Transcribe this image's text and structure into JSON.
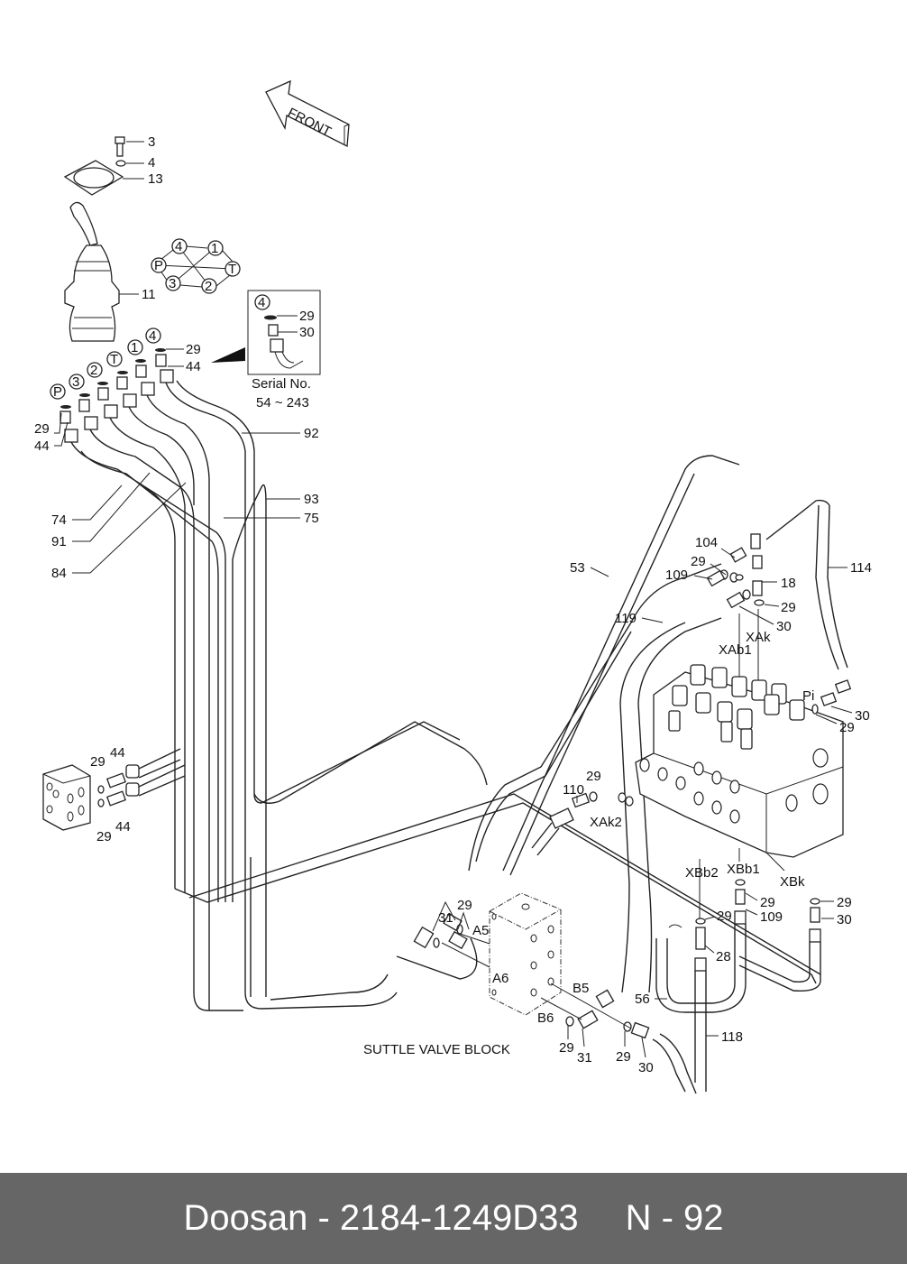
{
  "diagram": {
    "orientation_label": "FRONT",
    "inset": {
      "port": "4",
      "parts": [
        "29",
        "30"
      ],
      "caption_line1": "Serial No.",
      "caption_line2": "54 ~ 243"
    },
    "port_pattern": [
      "4",
      "1",
      "P",
      "T",
      "3",
      "2"
    ],
    "joystick_ports": [
      "P",
      "3",
      "2",
      "T",
      "1",
      "4"
    ],
    "callouts": {
      "c3": "3",
      "c4": "4",
      "c13": "13",
      "c11": "11",
      "c29a": "29",
      "c44a": "44",
      "c29b": "29",
      "c44b": "44",
      "c92": "92",
      "c93": "93",
      "c75": "75",
      "c74": "74",
      "c91": "91",
      "c84": "84",
      "c53": "53",
      "c104": "104",
      "c29c": "29",
      "c109a": "109",
      "c18": "18",
      "c29d": "29",
      "c30a": "30",
      "c114": "114",
      "c119": "119",
      "c29e": "29",
      "c30b": "30",
      "c29f": "29",
      "c44c": "44",
      "c29g": "29",
      "c44d": "44",
      "c110": "110",
      "c29h": "29",
      "c31a": "31",
      "c29i": "29",
      "c29j": "29",
      "c109b": "109",
      "c29k": "29",
      "c30c": "30",
      "c29l": "29",
      "c28": "28",
      "c56": "56",
      "c118": "118",
      "c29m": "29",
      "c31b": "31",
      "c29n": "29",
      "c30d": "30"
    },
    "ports": {
      "xab1": "XAb1",
      "xak": "XAk",
      "pi": "Pi",
      "xak2": "XAk2",
      "xbb2": "XBb2",
      "xbb1": "XBb1",
      "xbk": "XBk",
      "a5": "A5",
      "a6": "A6",
      "b5": "B5",
      "b6": "B6"
    },
    "block_title": "SUTTLE VALVE BLOCK"
  },
  "footer": {
    "brand": "Doosan",
    "separator": "-",
    "part_number": "2184-1249D33",
    "page_ref": "N - 92"
  }
}
